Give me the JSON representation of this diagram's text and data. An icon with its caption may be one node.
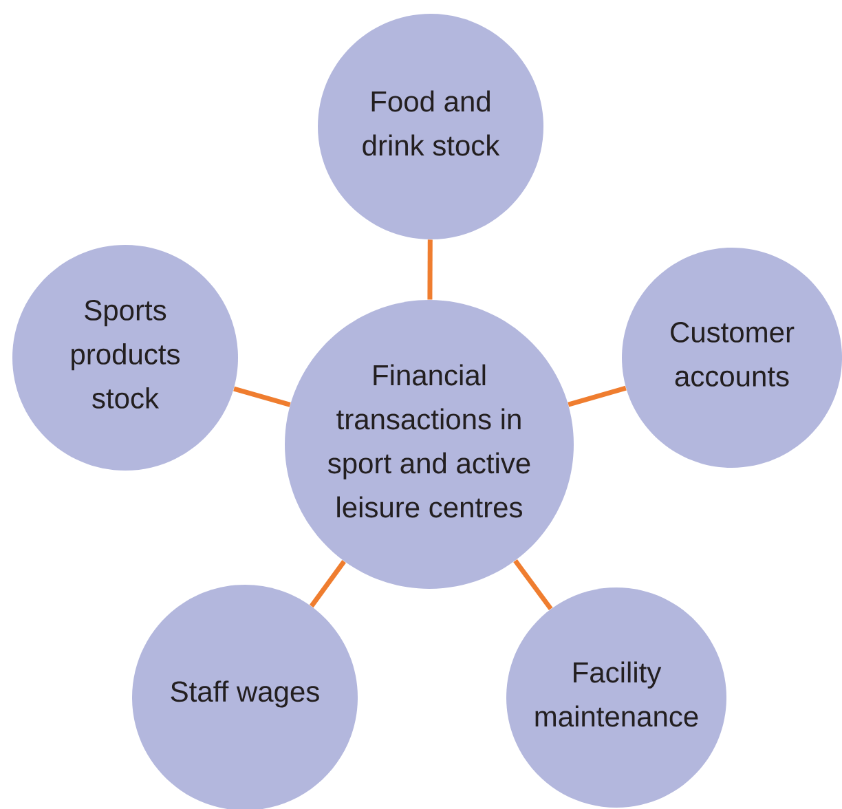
{
  "diagram": {
    "nodes": [
      {
        "text": [
          "Food and drink stock"
        ]
      },
      {
        "text": [
          "Sports products stock"
        ]
      },
      {
        "text": [
          "Customer accounts"
        ]
      },
      {
        "text": [
          "Financial transactions in sport and active leisure centres"
        ]
      },
      {
        "text": [
          "Staff wages"
        ]
      },
      {
        "text": [
          "Facility maintenance"
        ]
      }
    ],
    "edges": [
      {
        "from": 3,
        "to": 0,
        "arrow": "none"
      },
      {
        "from": 3,
        "to": 1,
        "arrow": "none"
      },
      {
        "from": 3,
        "to": 2,
        "arrow": "none"
      },
      {
        "from": 3,
        "to": 4,
        "arrow": "none"
      },
      {
        "from": 3,
        "to": 5,
        "arrow": "none"
      }
    ]
  }
}
